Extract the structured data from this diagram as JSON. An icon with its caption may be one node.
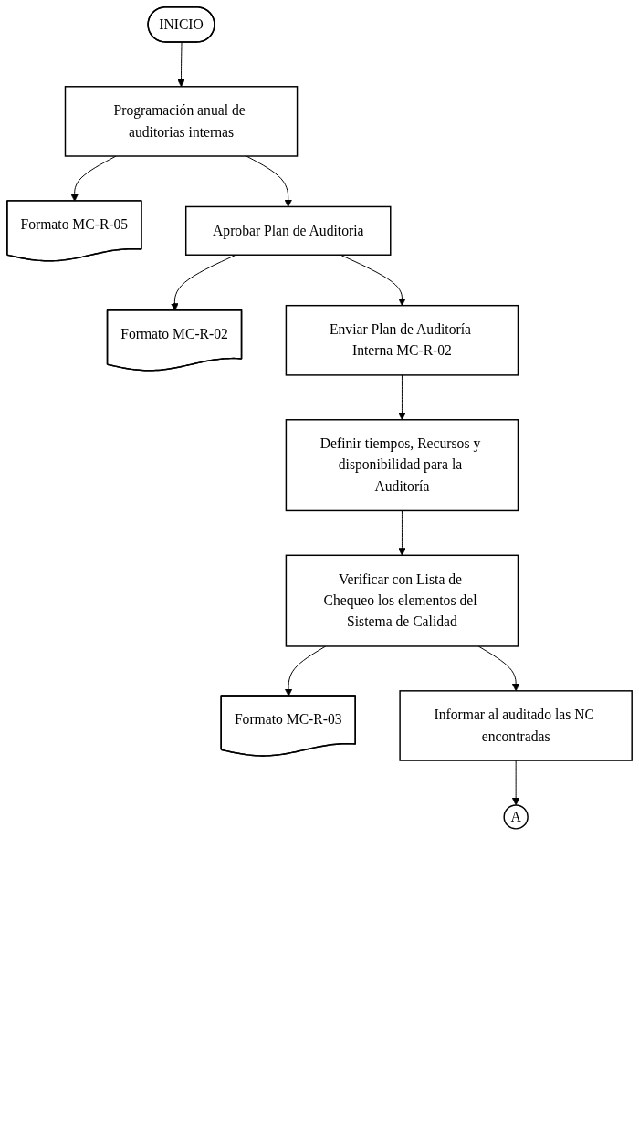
{
  "diagram": {
    "nodes": [
      {
        "text": [
          "INICIO"
        ]
      },
      {
        "text": [
          "Programación anual de auditorias internas"
        ]
      },
      {
        "text": [
          "Formato MC-R-05"
        ]
      },
      {
        "text": [
          "Aprobar Plan de Auditoria"
        ]
      },
      {
        "text": [
          "Formato MC-R-02"
        ]
      },
      {
        "text": [
          "Enviar Plan de Auditoría Interna MC-R-02"
        ]
      },
      {
        "text": [
          "Definir tiempos, Recursos y disponibilidad para la Auditoría"
        ]
      },
      {
        "text": [
          "Verificar con Lista de Chequeo los elementos del Sistema de Calidad"
        ]
      },
      {
        "text": [
          "Formato MC-R-03"
        ]
      },
      {
        "text": [
          "Informar al auditado las NC encontradas"
        ]
      },
      {
        "text": [
          "A"
        ]
      }
    ],
    "edges": [
      {
        "from": 0,
        "to": 1,
        "arrow": "to"
      },
      {
        "from": 1,
        "to": 2,
        "arrow": "to"
      },
      {
        "from": 1,
        "to": 3,
        "arrow": "to"
      },
      {
        "from": 3,
        "to": 4,
        "arrow": "to"
      },
      {
        "from": 3,
        "to": 5,
        "arrow": "to"
      },
      {
        "from": 5,
        "to": 6,
        "arrow": "to"
      },
      {
        "from": 6,
        "to": 7,
        "arrow": "to"
      },
      {
        "from": 7,
        "to": 8,
        "arrow": "to"
      },
      {
        "from": 7,
        "to": 9,
        "arrow": "to"
      },
      {
        "from": 9,
        "to": 10,
        "arrow": "to"
      }
    ]
  }
}
